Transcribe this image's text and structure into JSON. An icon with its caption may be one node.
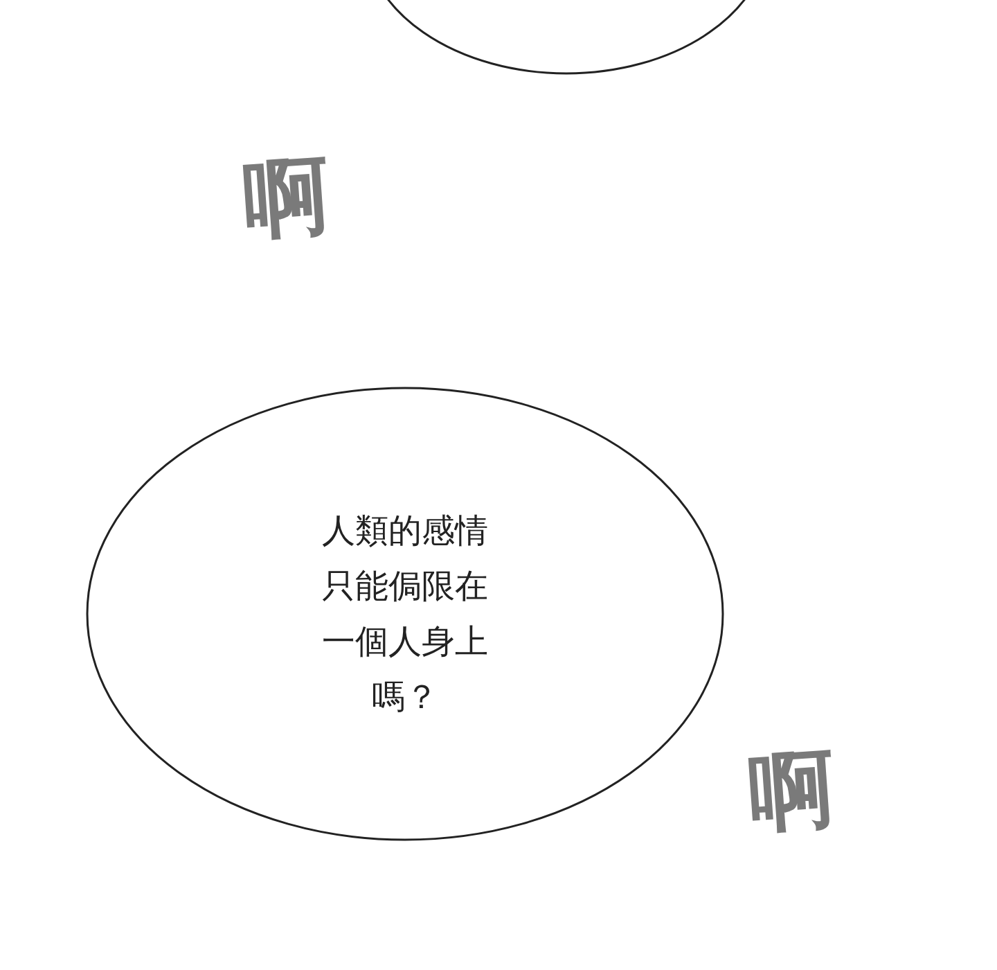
{
  "diagram": {
    "nodes": [
      {
        "text": [],
        "shape": "ellipse"
      },
      {
        "text": [
          "人類的感情只能侷限在一個人身上嗎？"
        ]
      }
    ],
    "edges": [],
    "labels": [
      "啊",
      "啊"
    ]
  }
}
